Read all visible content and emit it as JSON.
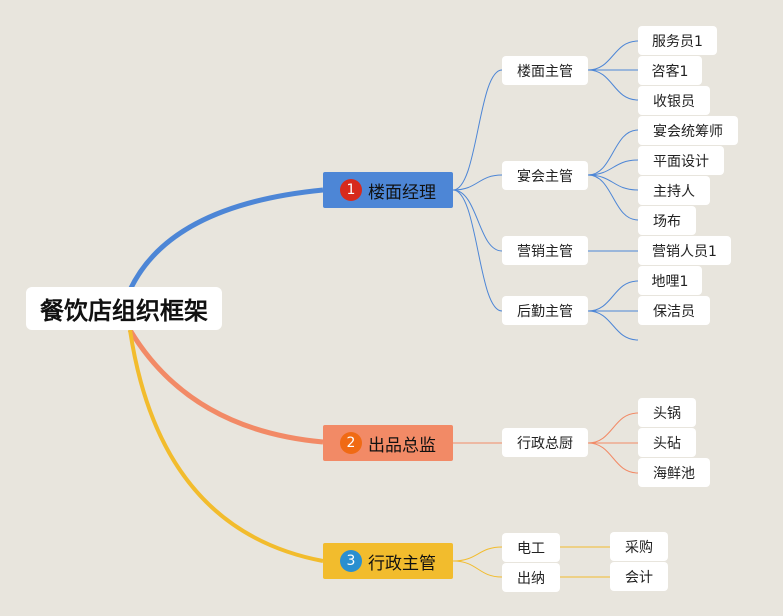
{
  "title": "餐饮店组织框架",
  "branches": [
    {
      "number": "1",
      "label": "楼面经理",
      "color": "#4d86d6",
      "badge_color": "#d72a1d",
      "subs": [
        {
          "label": "楼面主管",
          "leaves": [
            "服务员1",
            "咨客1",
            "收银员"
          ]
        },
        {
          "label": "宴会主管",
          "leaves": [
            "宴会统筹师",
            "平面设计",
            "主持人",
            "场布"
          ]
        },
        {
          "label": "营销主管",
          "leaves": [
            "营销人员1"
          ]
        },
        {
          "label": "后勤主管",
          "leaves": [
            "地哩1",
            "保洁员",
            ""
          ]
        }
      ]
    },
    {
      "number": "2",
      "label": "出品总监",
      "color": "#f28a66",
      "badge_color": "#f06a14",
      "subs": [
        {
          "label": "行政总厨",
          "leaves": [
            "头锅",
            "头砧",
            "海鲜池"
          ]
        }
      ]
    },
    {
      "number": "3",
      "label": "行政主管",
      "color": "#f2bc2d",
      "badge_color": "#2a8fd0",
      "subs": [
        {
          "label": "电工",
          "leaves": [
            "采购"
          ]
        },
        {
          "label": "出纳",
          "leaves": [
            "会计"
          ]
        }
      ]
    }
  ]
}
